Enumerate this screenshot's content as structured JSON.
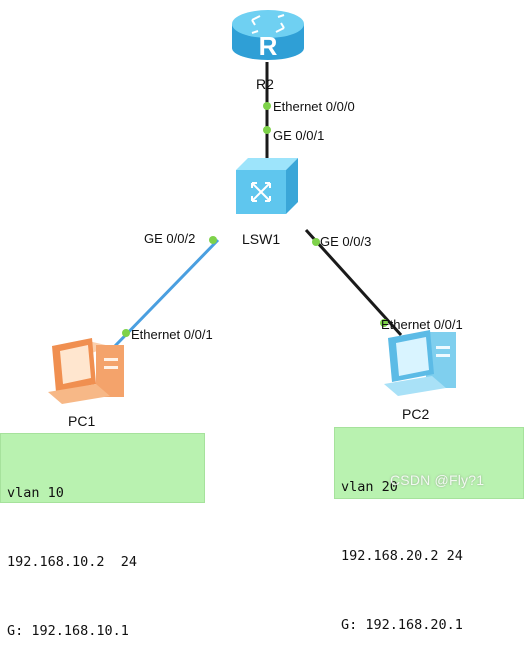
{
  "devices": {
    "router": {
      "name": "R2"
    },
    "switch": {
      "name": "LSW1"
    },
    "pc1": {
      "name": "PC1"
    },
    "pc2": {
      "name": "PC2"
    }
  },
  "ports": {
    "r2_eth": "Ethernet 0/0/0",
    "sw_up": "GE 0/0/1",
    "sw_pc1": "GE 0/0/2",
    "sw_pc2": "GE 0/0/3",
    "pc1_eth": "Ethernet 0/0/1",
    "pc2_eth": "Ethernet 0/0/1"
  },
  "notes": {
    "pc1": [
      "vlan 10",
      "192.168.10.2  24",
      "G: 192.168.10.1"
    ],
    "pc2": [
      "vlan 20",
      "192.168.20.2 24",
      "G: 192.168.20.1"
    ]
  },
  "watermark": "CSDN @Fly?1",
  "colors": {
    "link_black": "#1a1a1a",
    "link_blue": "#4a9fe0",
    "port_dot": "#7ed24a",
    "device_blue": "#5fc6ee",
    "pc1_orange": "#f4a36b",
    "pc2_blue": "#7fcfee",
    "note_bg": "#b9f2b0"
  }
}
